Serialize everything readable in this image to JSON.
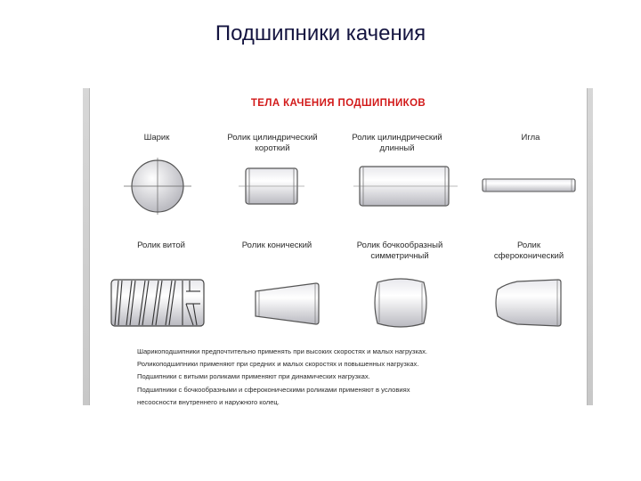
{
  "slide": {
    "title": "Подшипники качения"
  },
  "poster": {
    "title": "ТЕЛА КАЧЕНИЯ ПОДШИПНИКОВ",
    "items": [
      {
        "id": "ball",
        "line1": "Шарик",
        "line2": ""
      },
      {
        "id": "short-cylinder",
        "line1": "Ролик цилиндрический",
        "line2": "короткий"
      },
      {
        "id": "long-cylinder",
        "line1": "Ролик цилиндрический",
        "line2": "длинный"
      },
      {
        "id": "needle",
        "line1": "Игла",
        "line2": ""
      },
      {
        "id": "twisted",
        "line1": "Ролик витой",
        "line2": ""
      },
      {
        "id": "conical",
        "line1": "Ролик конический",
        "line2": ""
      },
      {
        "id": "barrel",
        "line1": "Ролик бочкообразный",
        "line2": "симметричный"
      },
      {
        "id": "sphero-conical",
        "line1": "Ролик",
        "line2": "сфероконический"
      }
    ],
    "notes": [
      "Шарикоподшипники предпочтительно применять при высоких скоростях и малых нагрузках.",
      "Роликоподшипники применяют при средних и малых скоростях и повышенных нагрузках.",
      "Подшипники с витыми роликами применяют при динамических нагрузках.",
      "Подшипники с бочкообразными и сфероконическими роликами применяют в условиях",
      "несоосности внутреннего и наружного колец."
    ]
  },
  "colors": {
    "title_red": "#d21a1a",
    "slide_title": "#141440"
  }
}
